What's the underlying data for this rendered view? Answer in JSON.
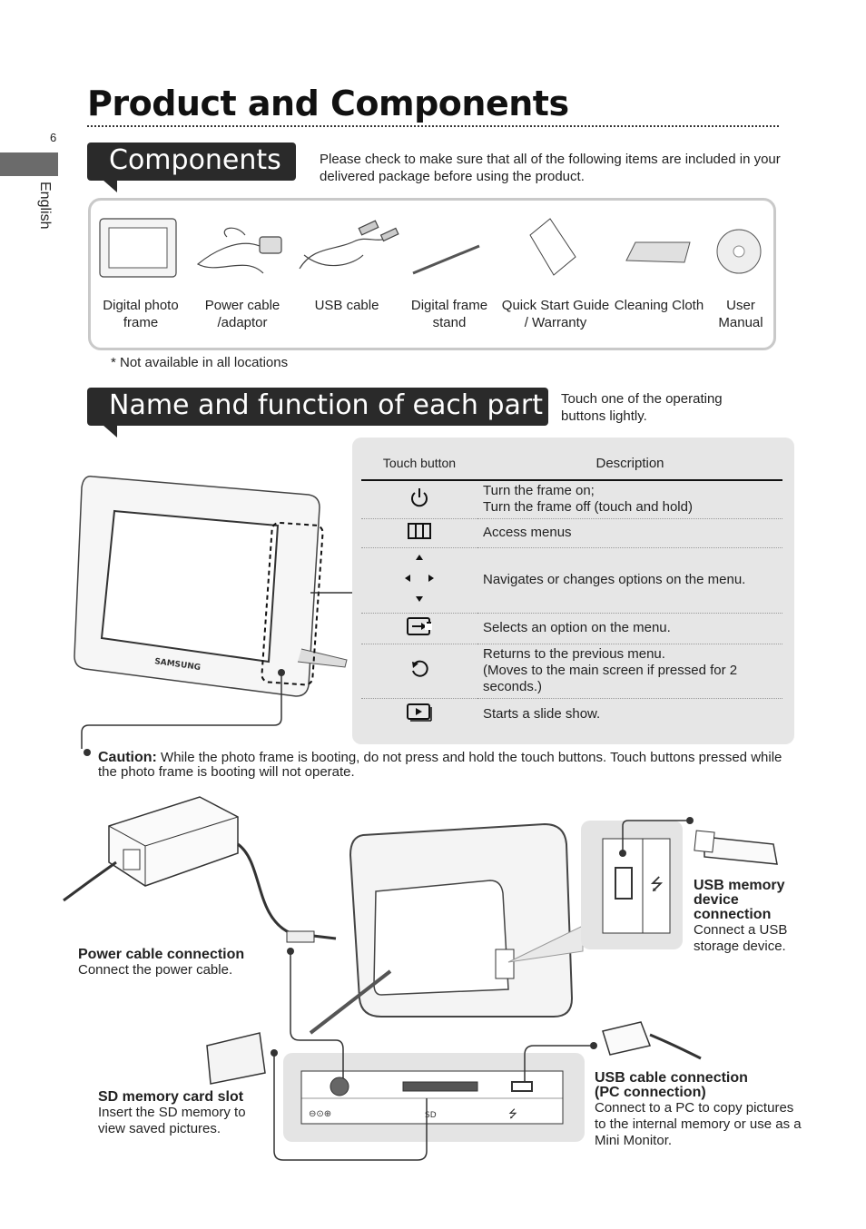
{
  "page": {
    "title": "Product and Components",
    "page_number": "6",
    "side_label": "English"
  },
  "components": {
    "heading": "Components",
    "intro": "Please check to make sure that all of the following items are included in your delivered package before using the product.",
    "items": [
      {
        "label": "Digital photo frame",
        "icon": "photo-frame-icon"
      },
      {
        "label": "Power cable /adaptor",
        "icon": "power-adaptor-icon"
      },
      {
        "label": "USB cable",
        "icon": "usb-cable-icon"
      },
      {
        "label": "Digital frame stand",
        "icon": "stand-icon"
      },
      {
        "label": "Quick Start Guide / Warranty",
        "icon": "guide-icon"
      },
      {
        "label": "Cleaning Cloth",
        "icon": "cloth-icon"
      },
      {
        "label": "User Manual",
        "icon": "cd-icon"
      }
    ],
    "note": "* Not available in all locations"
  },
  "parts": {
    "heading": "Name and function of each part",
    "intro": "Touch one of the operating buttons lightly.",
    "table": {
      "headers": [
        "Touch button",
        "Description"
      ],
      "rows": [
        {
          "icon": "power-icon",
          "desc_lines": [
            "Turn the frame on;",
            "Turn the frame off (touch and hold)"
          ]
        },
        {
          "icon": "menu-icon",
          "desc_lines": [
            "Access menus"
          ]
        },
        {
          "icon": "direction-arrows-icon",
          "desc_lines": [
            "Navigates or changes options on the menu."
          ]
        },
        {
          "icon": "enter-icon",
          "desc_lines": [
            "Selects an option on the menu."
          ]
        },
        {
          "icon": "back-icon",
          "desc_lines": [
            "Returns to the previous menu.",
            "(Moves to the main screen if pressed for 2",
            "seconds.)"
          ]
        },
        {
          "icon": "slideshow-icon",
          "desc_lines": [
            "Starts a slide show."
          ]
        }
      ]
    },
    "frame_brand": "SAMSUNG",
    "caution_label": "Caution:",
    "caution_text": "While the photo frame is booting, do not press and hold the touch buttons. Touch buttons pressed while the photo frame is booting will not operate."
  },
  "connections": {
    "power": {
      "title": "Power cable connection",
      "desc": "Connect the power cable."
    },
    "sd": {
      "title": "SD memory card slot",
      "desc_lines": [
        "Insert the SD memory to",
        "view saved pictures."
      ]
    },
    "usb_memory": {
      "title_lines": [
        "USB memory",
        "device",
        "connection"
      ],
      "desc_lines": [
        "Connect a USB",
        "storage device."
      ]
    },
    "usb_pc": {
      "title_lines": [
        "USB cable connection",
        "(PC connection)"
      ],
      "desc_lines": [
        "Connect to a PC to copy pictures",
        "to the internal memory or use as a",
        "Mini Monitor."
      ]
    },
    "port_labels": {
      "sd": "SD"
    }
  }
}
